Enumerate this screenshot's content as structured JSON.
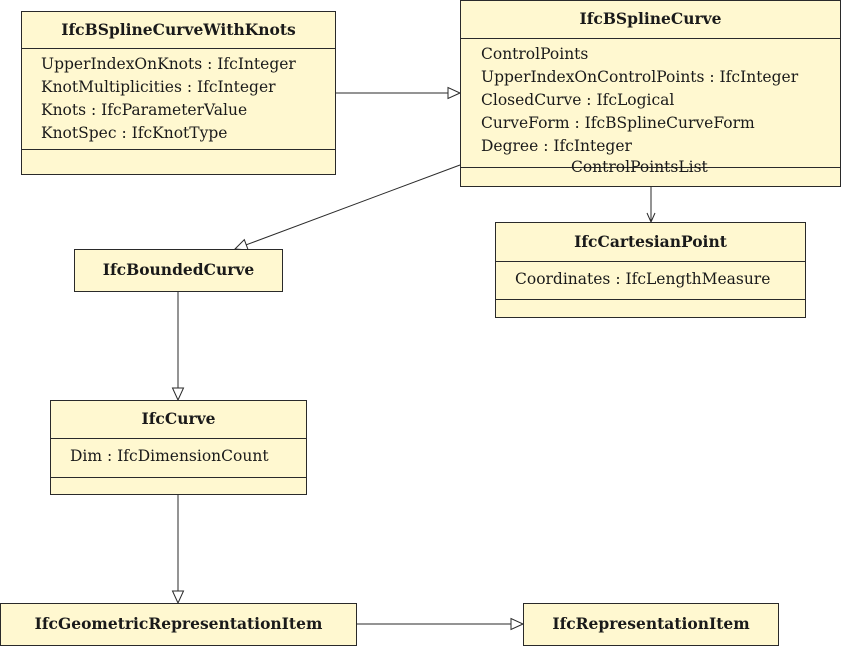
{
  "classes": [
    {
      "id": "bspline-with-knots",
      "name": "IfcBSplineCurveWithKnots",
      "attributes": [
        "UpperIndexOnKnots : IfcInteger",
        "KnotMultiplicities : IfcInteger",
        "Knots : IfcParameterValue",
        "KnotSpec : IfcKnotType"
      ]
    },
    {
      "id": "bspline-curve",
      "name": "IfcBSplineCurve",
      "attributes": [
        "ControlPoints",
        "UpperIndexOnControlPoints : IfcInteger",
        "ClosedCurve : IfcLogical",
        "CurveForm : IfcBSplineCurveForm",
        "Degree : IfcInteger"
      ]
    },
    {
      "id": "cartesian-point",
      "name": "IfcCartesianPoint",
      "attributes": [
        "Coordinates : IfcLengthMeasure"
      ]
    },
    {
      "id": "bounded-curve",
      "name": "IfcBoundedCurve",
      "attributes": []
    },
    {
      "id": "curve",
      "name": "IfcCurve",
      "attributes": [
        "Dim : IfcDimensionCount"
      ]
    },
    {
      "id": "geometric-representation-item",
      "name": "IfcGeometricRepresentationItem",
      "attributes": []
    },
    {
      "id": "representation-item",
      "name": "IfcRepresentationItem",
      "attributes": []
    }
  ],
  "edges": [
    {
      "from": "bspline-with-knots",
      "to": "bspline-curve",
      "kind": "generalization"
    },
    {
      "from": "bspline-curve",
      "to": "bounded-curve",
      "kind": "generalization"
    },
    {
      "from": "bounded-curve",
      "to": "curve",
      "kind": "generalization"
    },
    {
      "from": "curve",
      "to": "geometric-representation-item",
      "kind": "generalization"
    },
    {
      "from": "geometric-representation-item",
      "to": "representation-item",
      "kind": "generalization"
    },
    {
      "from": "bspline-curve",
      "to": "cartesian-point",
      "kind": "association",
      "label": "ControlPointsList"
    }
  ],
  "colors": {
    "class_fill": "#fff8d0",
    "line": "#2a2a2a"
  }
}
